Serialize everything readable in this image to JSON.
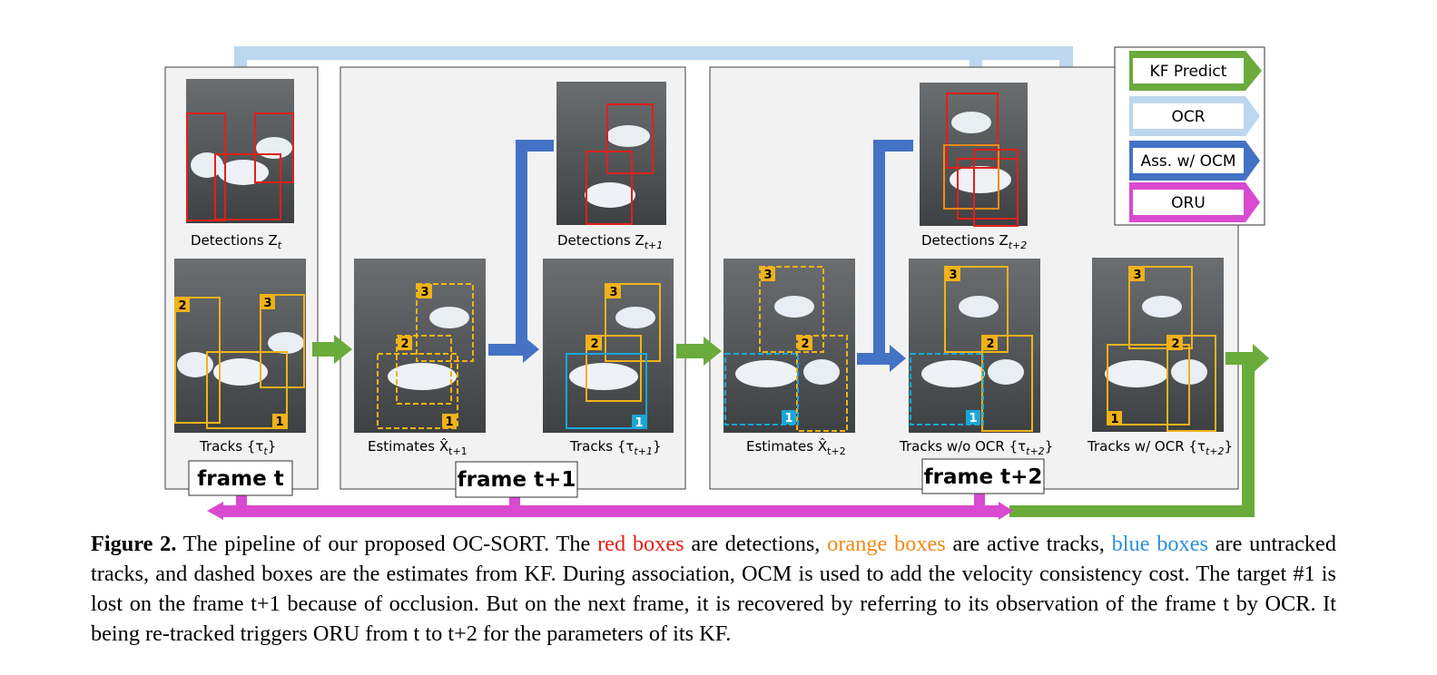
{
  "figure": {
    "labels": {
      "det_t": "Detections Z",
      "det_t_sub": "t",
      "tracks_t": "Tracks {τ",
      "tracks_t_sub": "t",
      "est_t1": "Estimates X̂",
      "est_t1_sub": "t+1",
      "det_t1": "Detections Z",
      "det_t1_sub": "t+1",
      "tracks_t1": "Tracks {τ",
      "tracks_t1_sub": "t+1",
      "est_t2": "Estimates X̂",
      "est_t2_sub": "t+2",
      "det_t2": "Detections Z",
      "det_t2_sub": "t+2",
      "tracks_noocr": "Tracks w/o OCR {τ",
      "tracks_noocr_sub": "t+2",
      "tracks_ocr": "Tracks w/ OCR {τ",
      "tracks_ocr_sub": "t+2",
      "close_brace": "}"
    },
    "frame_titles": {
      "f0": "frame t",
      "f1": "frame t+1",
      "f2": "frame t+2"
    },
    "track_ids": {
      "one": "1",
      "two": "2",
      "three": "3"
    },
    "legend": {
      "kf_predict": "KF Predict",
      "ocr": "OCR",
      "ass_ocm": "Ass. w/ OCM",
      "oru": "ORU"
    },
    "colors": {
      "kf_predict": "#6aab3b",
      "ocr": "#bcd7ef",
      "ass_ocm": "#4472c4",
      "oru": "#d94ad0",
      "detection_box": "#e0201a",
      "track_box": "#f0b21a",
      "untracked_box": "#1aa6d8"
    }
  },
  "caption": {
    "label": "Figure 2.",
    "t1": " The pipeline of our proposed OC-SORT. The ",
    "red": "red boxes",
    "t2": " are detections, ",
    "orange": "orange boxes",
    "t3": " are active tracks, ",
    "blue": "blue boxes",
    "t4": " are untracked tracks, and dashed boxes are the estimates from KF. During association, OCM is used to add the velocity consistency cost.  The target #1 is lost on the frame t+1 because of occlusion.  But on the next frame, it is recovered by referring to its observation of the frame t by OCR. It being re-tracked triggers ORU from t to t+2 for the parameters of its KF."
  }
}
